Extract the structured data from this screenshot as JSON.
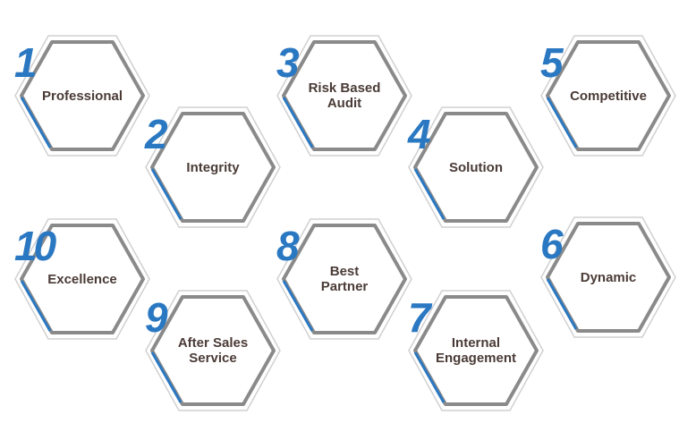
{
  "colors": {
    "accent": "#2a78c2",
    "text": "#4a3b36",
    "hex_stroke": "#8a8a8a"
  },
  "items": [
    {
      "number": "1",
      "label": "Professional"
    },
    {
      "number": "2",
      "label": "Integrity"
    },
    {
      "number": "3",
      "label": "Risk Based\nAudit"
    },
    {
      "number": "4",
      "label": "Solution"
    },
    {
      "number": "5",
      "label": "Competitive"
    },
    {
      "number": "6",
      "label": "Dynamic"
    },
    {
      "number": "7",
      "label": "Internal\nEngagement"
    },
    {
      "number": "8",
      "label": "Best\nPartner"
    },
    {
      "number": "9",
      "label": "After Sales\nService"
    },
    {
      "number": "10",
      "label": "Excellence"
    }
  ]
}
